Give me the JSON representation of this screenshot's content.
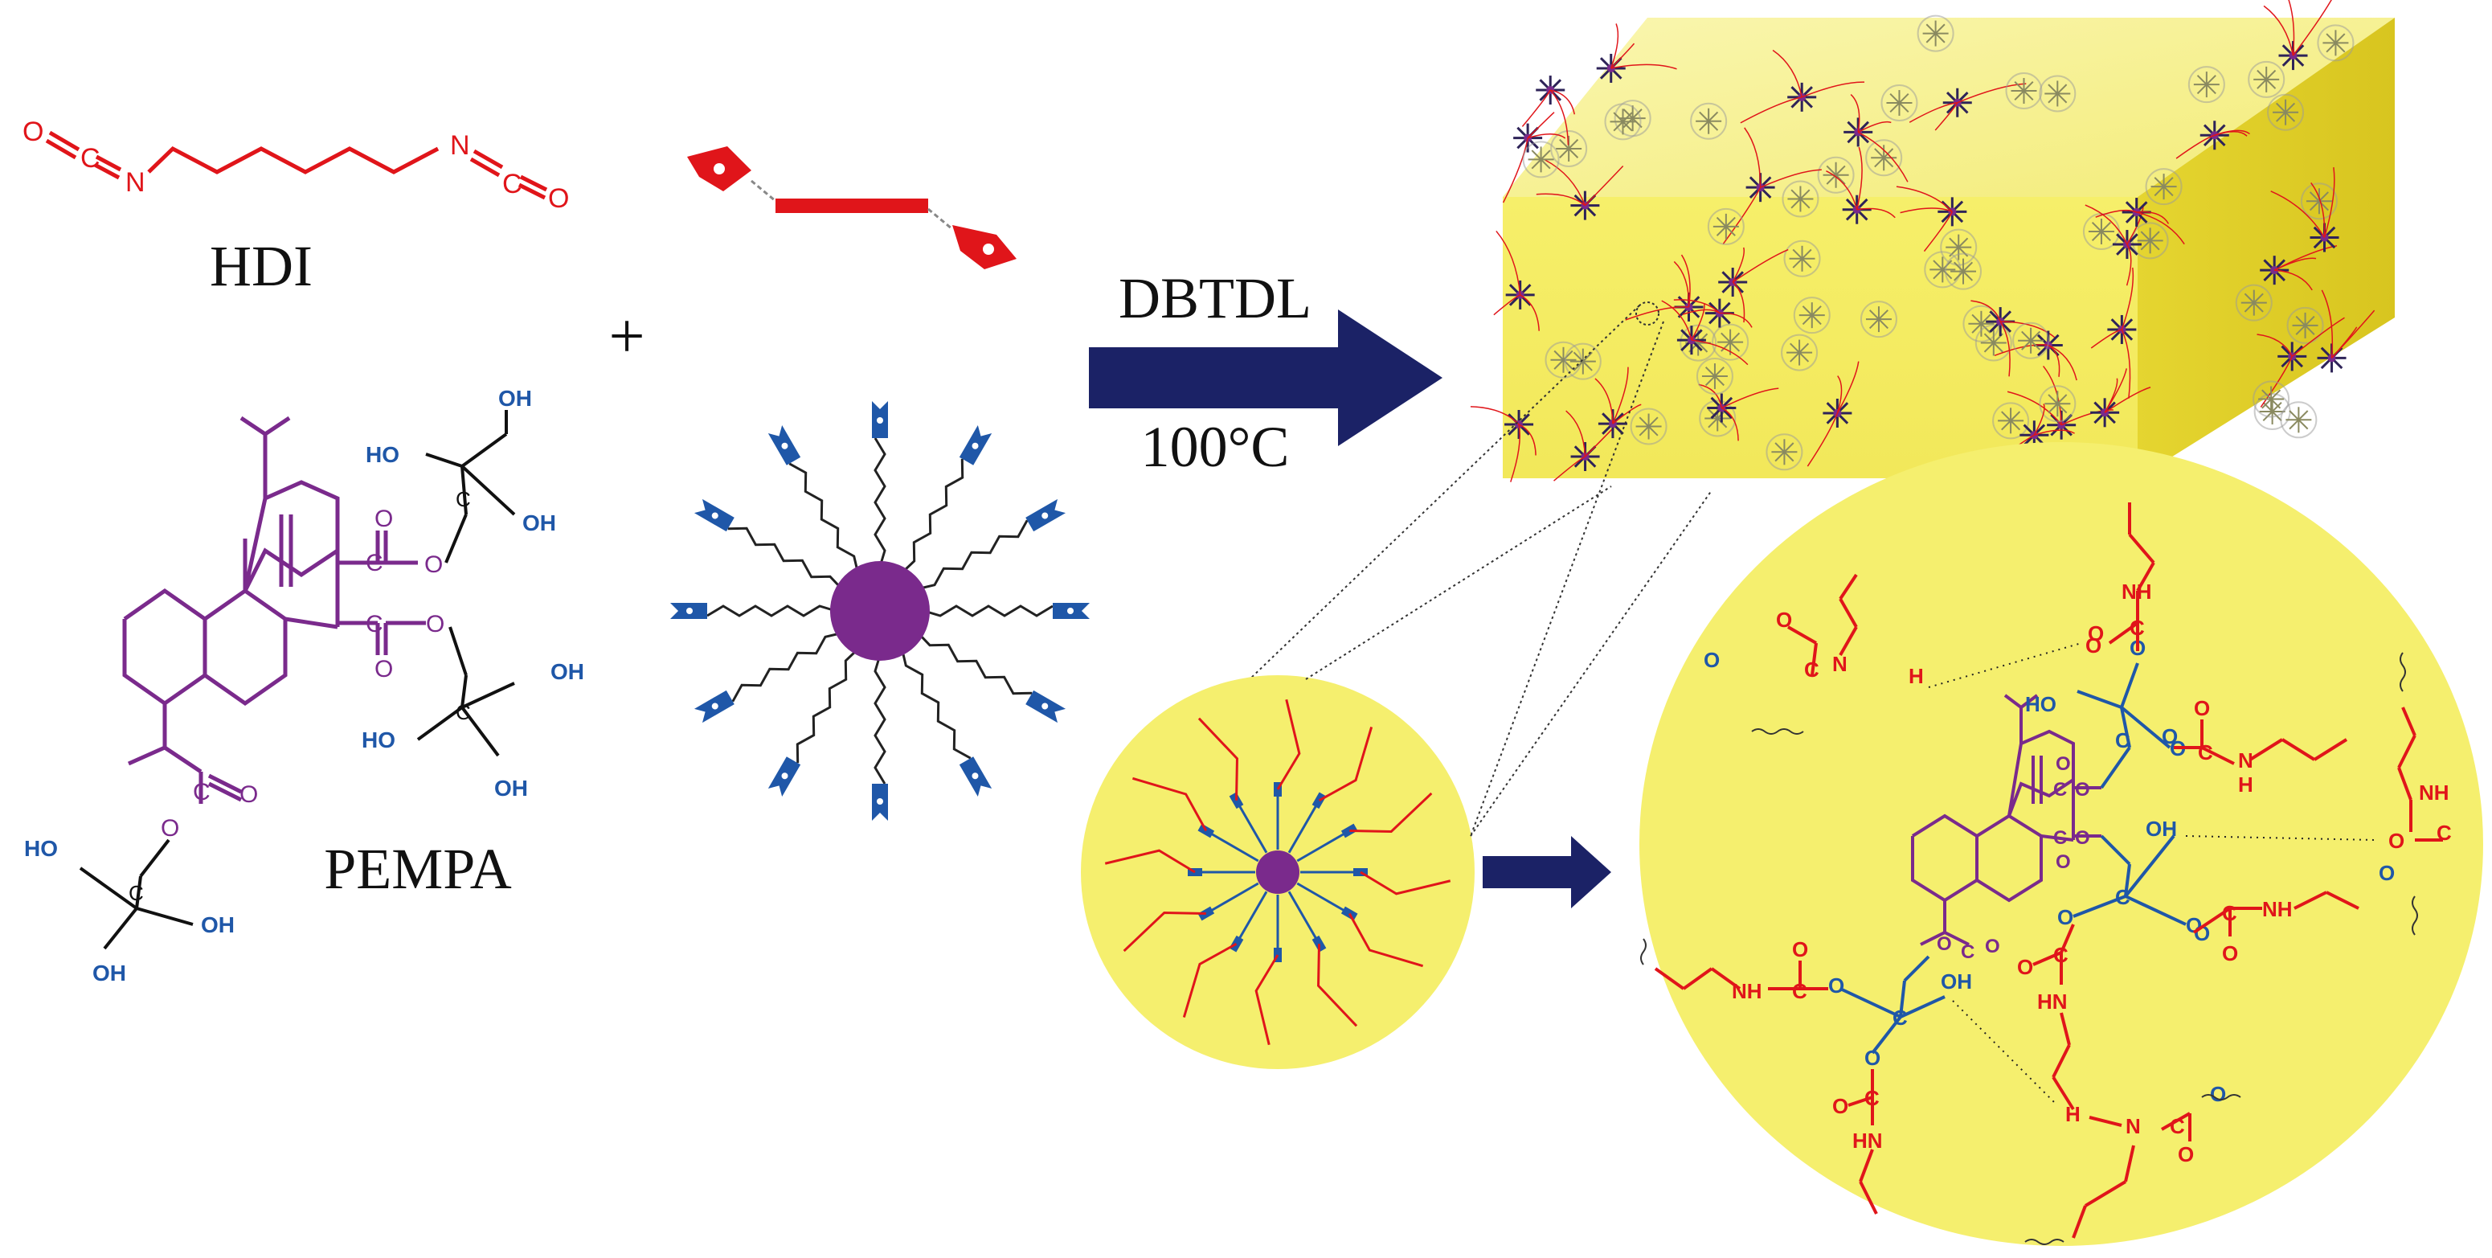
{
  "labels": {
    "hdi": "HDI",
    "pempa": "PEMPA",
    "plus": "+",
    "catalyst": "DBTDL",
    "temperature": "100°C"
  },
  "atoms": {
    "O": "O",
    "C": "C",
    "N": "N",
    "H": "H",
    "OH": "OH",
    "HO": "HO",
    "NH": "NH",
    "HN": "HN"
  },
  "colors": {
    "isocyanate": "#e0151a",
    "hydroxyl": "#1f57a8",
    "rosin_core": "#7a2a8c",
    "arrow": "#1b2266",
    "network_yellow": "#f5ef6e",
    "bond_black": "#111111"
  }
}
